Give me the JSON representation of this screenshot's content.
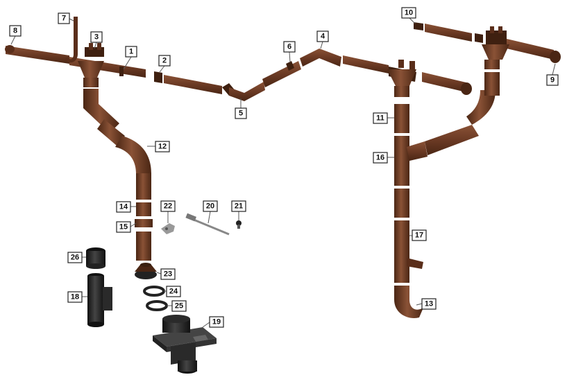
{
  "diagram": {
    "colors": {
      "brown": "#6b3a24",
      "brown_dark": "#4a2614",
      "brown_light": "#8a5236",
      "black": "#1f1f1f",
      "black_light": "#3a3a3a",
      "metal": "#9a9a9a"
    },
    "labels": [
      "1",
      "2",
      "3",
      "4",
      "5",
      "6",
      "7",
      "8",
      "9",
      "10",
      "11",
      "12",
      "13",
      "14",
      "15",
      "16",
      "17",
      "18",
      "19",
      "20",
      "21",
      "22",
      "23",
      "24",
      "25",
      "26"
    ]
  }
}
